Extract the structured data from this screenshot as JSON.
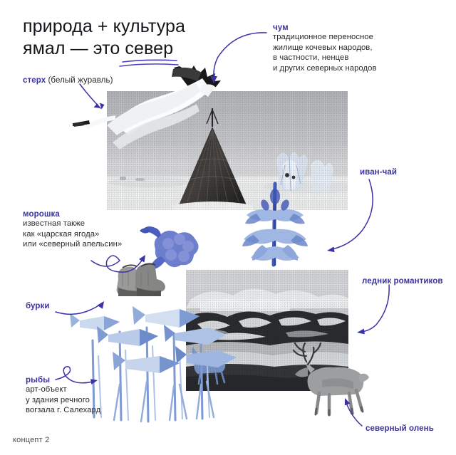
{
  "poster": {
    "title_line1": "природа + культура",
    "title_line2": "ямал — это север",
    "footer": "концепт 2",
    "accent_color": "#3b32a4",
    "background_color": "#ffffff"
  },
  "annotations": {
    "sterh": {
      "head": "стерх",
      "sub": " (белый журавль)"
    },
    "chum": {
      "head": "чум",
      "body": "традиционное переносное\nжилище кочевых народов,\nв частности, ненцев\nи других северных народов"
    },
    "ivan_chai": {
      "head": "иван-чай"
    },
    "moroshka": {
      "head": "морошка",
      "body": "известная также\nкак «царская ягода»\nили «северный апельсин»"
    },
    "burki": {
      "head": "бурки"
    },
    "lednik": {
      "head": "ледник романтиков"
    },
    "ryby": {
      "head": "рыбы",
      "body": "арт-объект\nу здания речного\nвогзала г. Салехард"
    },
    "severny_olen": {
      "head": "северный олень"
    }
  },
  "images": {
    "photo_chum": "photo-tundra-chum-tent",
    "photo_glacier": "photo-glacier-mountains",
    "crane": "white-crane-illustration",
    "fireweed": "fireweed-flowers-illustration",
    "cloudberry": "cloudberry-blue-illustration",
    "boots": "felt-boots-photo",
    "fish_art": "fish-art-objects-illustration",
    "reindeer": "reindeer-photo"
  }
}
